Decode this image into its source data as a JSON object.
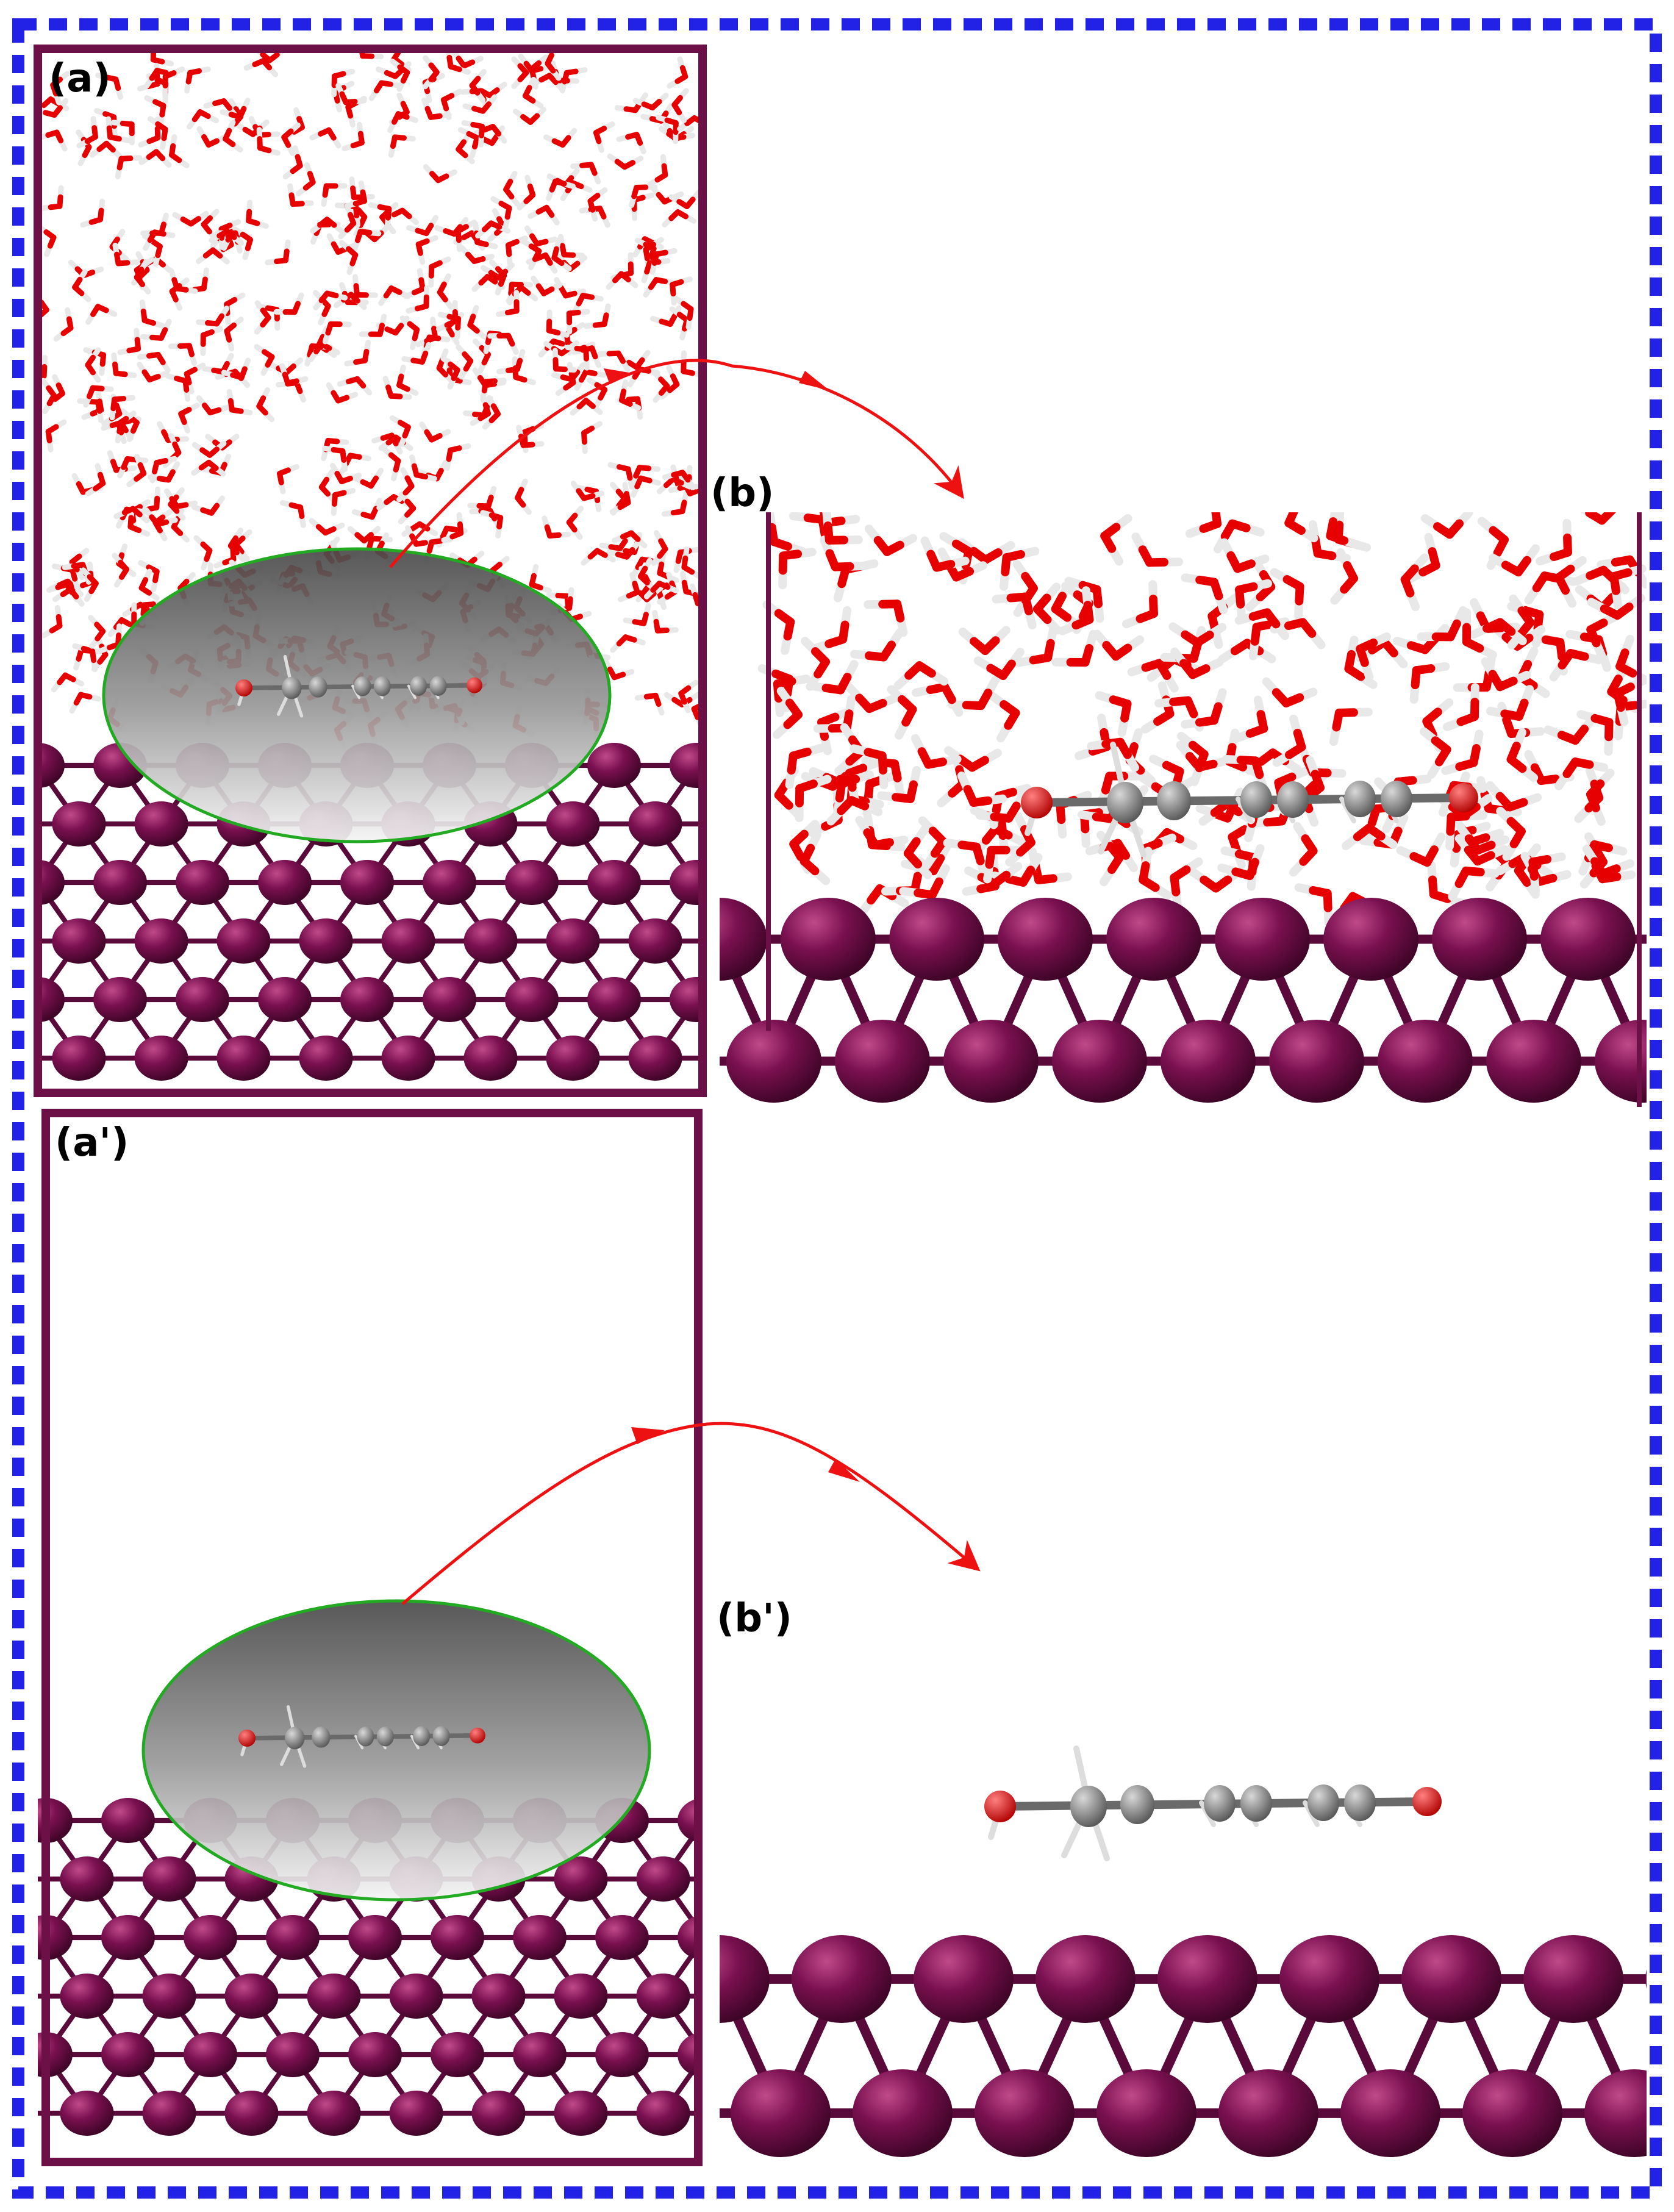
{
  "panels": {
    "a": {
      "label": "(a)"
    },
    "b": {
      "label": "(b)"
    },
    "a_prime": {
      "label": "(a')"
    },
    "b_prime": {
      "label": "(b')"
    }
  },
  "colors": {
    "outer_dashed_border": "#2222e6",
    "frame": "#6e1048",
    "metal_atom": "#6a0d44",
    "metal_bond": "#5a0a3a",
    "oxygen": "#e60000",
    "hydrogen": "#e8e8e8",
    "carbon": "#7a7a7a",
    "highlight_ellipse_stroke": "#22aa22",
    "arrow": "#ee1111"
  },
  "icons": [
    "metal-slab",
    "water-layer",
    "adsorbed-molecule",
    "highlight-ellipse",
    "zoom-arrow"
  ]
}
